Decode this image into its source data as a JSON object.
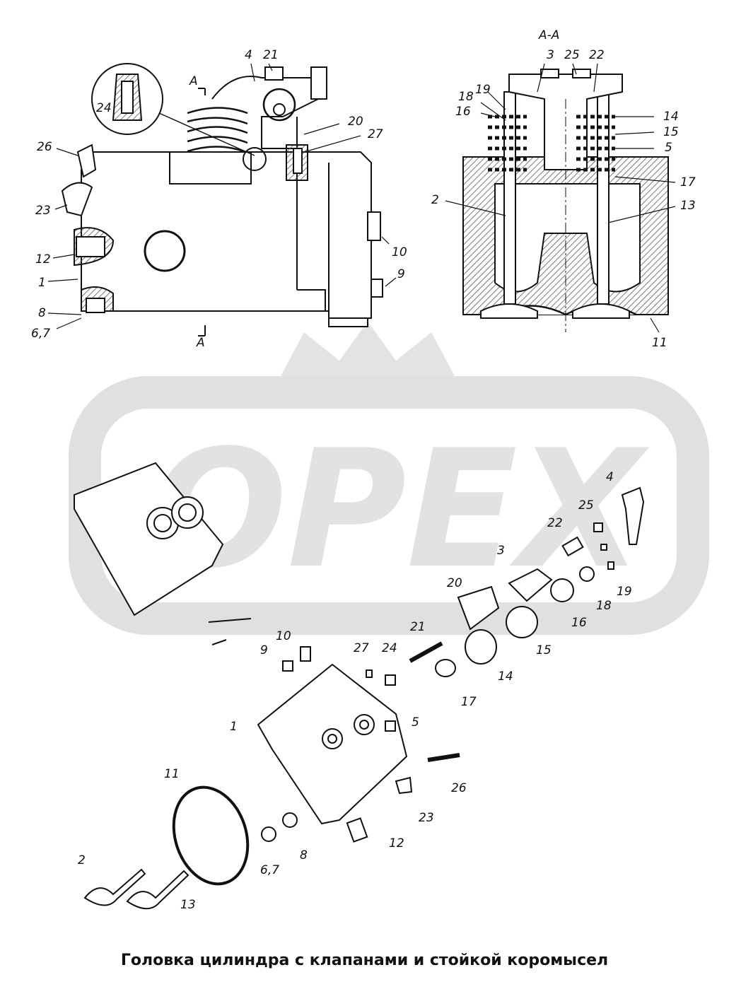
{
  "watermark": {
    "text": "OPEX",
    "color": "#d9d9d9"
  },
  "caption": "Головка цилиндра с клапанами и стойкой коромысел",
  "section_label": "A-A",
  "section_marks": [
    "A",
    "A"
  ],
  "callouts_side_view": [
    "4",
    "21",
    "24",
    "26",
    "20",
    "27",
    "23",
    "12",
    "1",
    "10",
    "9",
    "8",
    "6,7"
  ],
  "callouts_section_view": [
    "3",
    "25",
    "22",
    "19",
    "18",
    "16",
    "14",
    "15",
    "5",
    "17",
    "2",
    "13",
    "11"
  ],
  "callouts_exploded_view": [
    "4",
    "25",
    "22",
    "3",
    "19",
    "18",
    "16",
    "20",
    "15",
    "21",
    "10",
    "27",
    "24",
    "9",
    "14",
    "17",
    "1",
    "5",
    "26",
    "23",
    "11",
    "12",
    "2",
    "6,7",
    "8",
    "13"
  ],
  "colors": {
    "line": "#111111",
    "hatch": "#555555",
    "background": "#ffffff"
  }
}
